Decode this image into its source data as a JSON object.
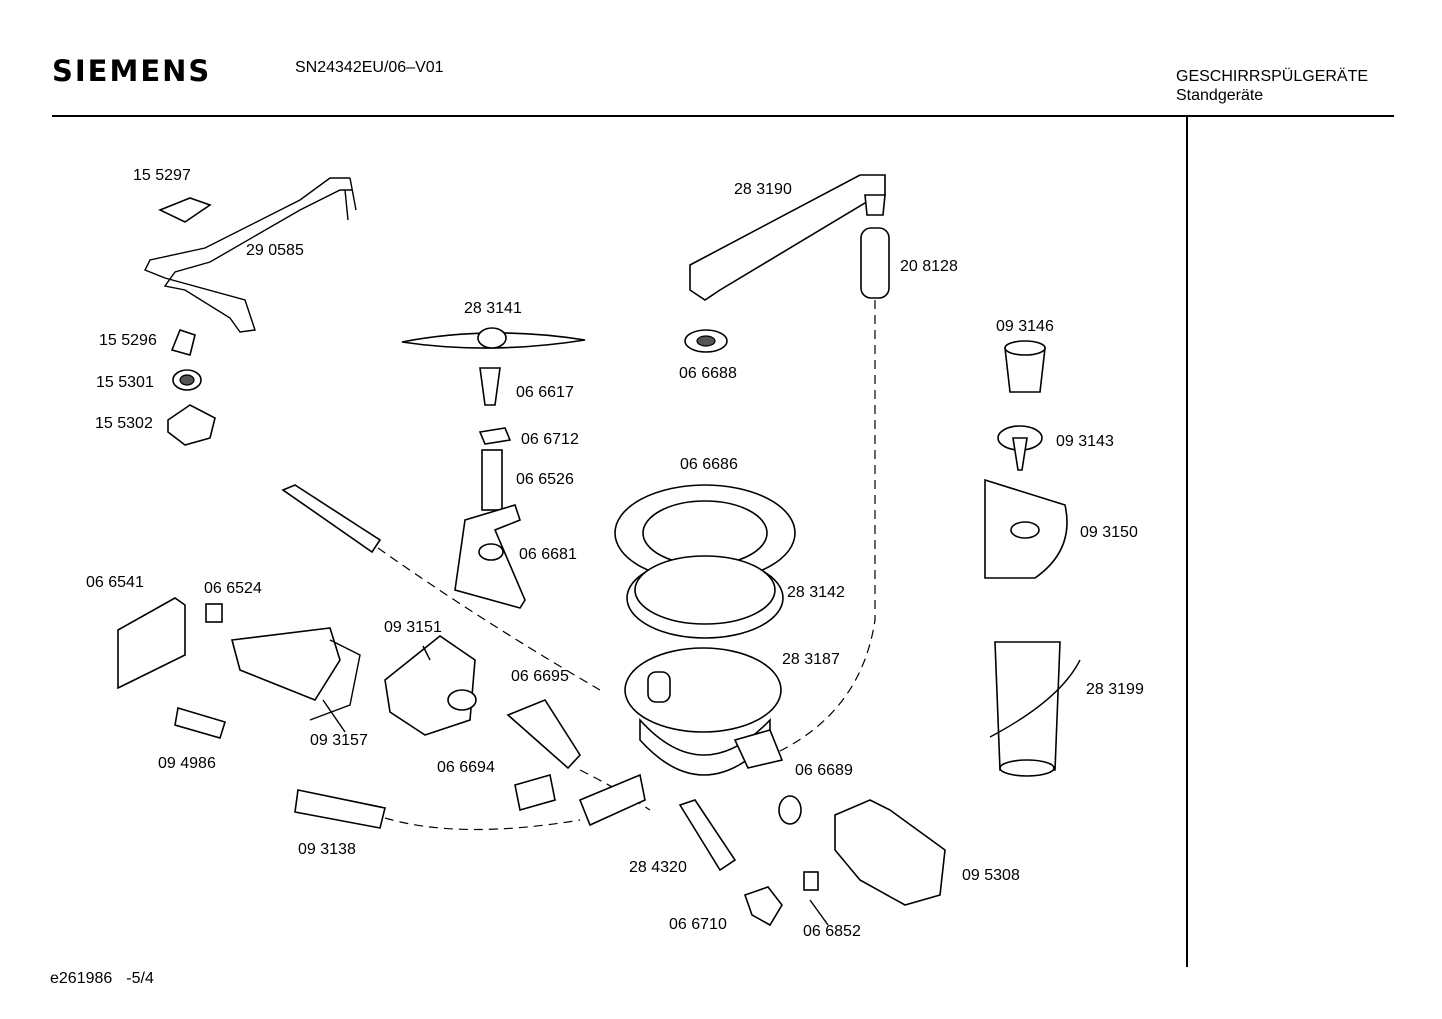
{
  "header": {
    "brand": "SIEMENS",
    "model": "SN24342EU/06–V01",
    "category_line1": "GESCHIRRSPÜLGERÄTE",
    "category_line2": "Standgeräte"
  },
  "footer": {
    "doc_id": "e261986",
    "page": "-5/4"
  },
  "parts": [
    "15 5297",
    "29 0585",
    "15 5296",
    "15 5301",
    "15 5302",
    "28 3141",
    "06 6617",
    "06 6712",
    "06 6526",
    "06 6681",
    "28 3190",
    "20 8128",
    "06 6688",
    "06 6686",
    "28 3142",
    "28 3187",
    "09 3146",
    "09 3143",
    "09 3150",
    "28 3199",
    "06 6541",
    "06 6524",
    "09 3151",
    "09 3157",
    "09 4986",
    "06 6695",
    "06 6694",
    "09 3138",
    "06 6689",
    "28 4320",
    "09 5308",
    "06 6710",
    "06 6852"
  ]
}
